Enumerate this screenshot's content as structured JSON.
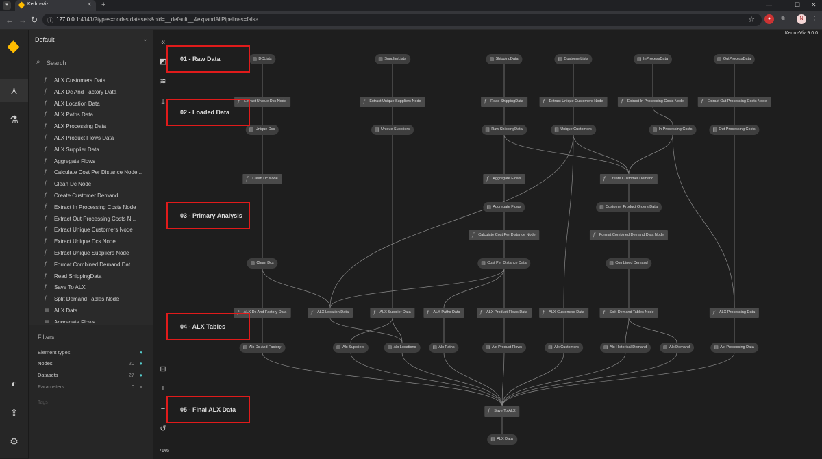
{
  "browser": {
    "tab_title": "Kedro-Viz",
    "url": "127.0.0.1:4141/?types=nodes,datasets&pid=__default__&expandAllPipelines=false",
    "url_host": "127.0.0.1",
    "url_rest": ":4141/?types=nodes,datasets&pid=__default__&expandAllPipelines=false",
    "profile_initial": "N"
  },
  "app": {
    "brand": "Kedro-Viz 9.0.0",
    "pipeline": "Default",
    "search_placeholder": "Search",
    "zoom": "71%"
  },
  "sidebar_items": [
    {
      "label": "ALX Customers Data",
      "icon": "function-icon"
    },
    {
      "label": "ALX Dc And Factory Data",
      "icon": "function-icon"
    },
    {
      "label": "ALX Location Data",
      "icon": "function-icon"
    },
    {
      "label": "ALX Paths Data",
      "icon": "function-icon"
    },
    {
      "label": "ALX Processing Data",
      "icon": "function-icon"
    },
    {
      "label": "ALX Product Flows Data",
      "icon": "function-icon"
    },
    {
      "label": "ALX Supplier Data",
      "icon": "function-icon"
    },
    {
      "label": "Aggregate Flows",
      "icon": "function-icon"
    },
    {
      "label": "Calculate Cost Per Distance Node...",
      "icon": "function-icon"
    },
    {
      "label": "Clean Dc Node",
      "icon": "function-icon"
    },
    {
      "label": "Create Customer Demand",
      "icon": "function-icon"
    },
    {
      "label": "Extract In Processing Costs Node",
      "icon": "function-icon"
    },
    {
      "label": "Extract Out Processing Costs N...",
      "icon": "function-icon"
    },
    {
      "label": "Extract Unique Customers Node",
      "icon": "function-icon"
    },
    {
      "label": "Extract Unique Dcs Node",
      "icon": "function-icon"
    },
    {
      "label": "Extract Unique Suppliers Node",
      "icon": "function-icon"
    },
    {
      "label": "Format Combined Demand Dat...",
      "icon": "function-icon"
    },
    {
      "label": "Read ShippingData",
      "icon": "function-icon"
    },
    {
      "label": "Save To ALX",
      "icon": "function-icon"
    },
    {
      "label": "Split Demand Tables Node",
      "icon": "function-icon"
    },
    {
      "label": "ALX Data",
      "icon": "dataset-icon"
    },
    {
      "label": "Aggregate Flows",
      "icon": "dataset-icon"
    }
  ],
  "filters": {
    "title": "Filters",
    "element_types": "Element types",
    "nodes_label": "Nodes",
    "nodes_count": "20",
    "datasets_label": "Datasets",
    "datasets_count": "27",
    "parameters_label": "Parameters",
    "parameters_count": "0",
    "tags_label": "Tags"
  },
  "layers": [
    "01 - Raw Data",
    "02 - Loaded Data",
    "03 - Primary Analysis",
    "04 - ALX Tables",
    "05 - Final ALX Data"
  ],
  "graph_nodes": [
    {
      "id": "dc",
      "label": "DCLists",
      "kind": "data"
    },
    {
      "id": "sl",
      "label": "SupplierLists",
      "kind": "data"
    },
    {
      "id": "sd",
      "label": "ShippingData",
      "kind": "data"
    },
    {
      "id": "cl",
      "label": "CustomerLists",
      "kind": "data"
    },
    {
      "id": "ip",
      "label": "InProcessData",
      "kind": "data"
    },
    {
      "id": "op",
      "label": "OutProcessData",
      "kind": "data"
    },
    {
      "id": "eudn",
      "label": "Extract Unique Dcs Node",
      "kind": "task"
    },
    {
      "id": "eusn",
      "label": "Extract Unique Suppliers Node",
      "kind": "task"
    },
    {
      "id": "rsd",
      "label": "Read ShippingData",
      "kind": "task"
    },
    {
      "id": "eucn",
      "label": "Extract Unique Customers Node",
      "kind": "task"
    },
    {
      "id": "eipn",
      "label": "Extract In Processing Costs Node",
      "kind": "task"
    },
    {
      "id": "eopn",
      "label": "Extract Out Processing Costs Node",
      "kind": "task"
    },
    {
      "id": "ud",
      "label": "Unique Dcs",
      "kind": "data"
    },
    {
      "id": "us",
      "label": "Unique Suppliers",
      "kind": "data"
    },
    {
      "id": "rs",
      "label": "Raw ShippingData",
      "kind": "data"
    },
    {
      "id": "uc",
      "label": "Unique Customers",
      "kind": "data"
    },
    {
      "id": "ipc",
      "label": "In Processing Costs",
      "kind": "data"
    },
    {
      "id": "opc",
      "label": "Out Processing Costs",
      "kind": "data"
    },
    {
      "id": "cdn",
      "label": "Clean Dc Node",
      "kind": "task"
    },
    {
      "id": "af",
      "label": "Aggregate Flows",
      "kind": "task"
    },
    {
      "id": "ccd",
      "label": "Create Customer Demand",
      "kind": "task"
    },
    {
      "id": "afd",
      "label": "Aggregate Flows",
      "kind": "data"
    },
    {
      "id": "cpod",
      "label": "Customer Product Orders Data",
      "kind": "data"
    },
    {
      "id": "ccpd",
      "label": "Calculate Cost Per Distance Node",
      "kind": "task"
    },
    {
      "id": "fcd",
      "label": "Format Combined Demand Data Node",
      "kind": "task"
    },
    {
      "id": "cds",
      "label": "Clean Dcs",
      "kind": "data"
    },
    {
      "id": "cpd",
      "label": "Cost Per Distance Data",
      "kind": "data"
    },
    {
      "id": "cbd",
      "label": "Combined Demand",
      "kind": "data"
    },
    {
      "id": "adfd",
      "label": "ALX Dc And Factory Data",
      "kind": "task"
    },
    {
      "id": "ald",
      "label": "ALX Location Data",
      "kind": "task"
    },
    {
      "id": "asd",
      "label": "ALX Supplier Data",
      "kind": "task"
    },
    {
      "id": "apd",
      "label": "ALX Paths Data",
      "kind": "task"
    },
    {
      "id": "apfd",
      "label": "ALX Product Flows Data",
      "kind": "task"
    },
    {
      "id": "acd",
      "label": "ALX Customers Data",
      "kind": "task"
    },
    {
      "id": "sdt",
      "label": "Split Demand Tables Node",
      "kind": "task"
    },
    {
      "id": "aprd",
      "label": "ALX Processing Data",
      "kind": "task"
    },
    {
      "id": "x1",
      "label": "Alx Dc And Factory",
      "kind": "data"
    },
    {
      "id": "x2",
      "label": "Alx Suppliers",
      "kind": "data"
    },
    {
      "id": "x3",
      "label": "Alx Locations",
      "kind": "data"
    },
    {
      "id": "x4",
      "label": "Alx Paths",
      "kind": "data"
    },
    {
      "id": "x5",
      "label": "Alx Product Flows",
      "kind": "data"
    },
    {
      "id": "x6",
      "label": "Alx Customers",
      "kind": "data"
    },
    {
      "id": "x7",
      "label": "Alx Historical Demand",
      "kind": "data"
    },
    {
      "id": "x8",
      "label": "Alx Demand",
      "kind": "data"
    },
    {
      "id": "x9",
      "label": "Alx Processing Data",
      "kind": "data"
    },
    {
      "id": "sta",
      "label": "Save To ALX",
      "kind": "task"
    },
    {
      "id": "alxd",
      "label": "ALX Data",
      "kind": "data"
    }
  ],
  "edges": [
    [
      "dc",
      "eudn"
    ],
    [
      "sl",
      "eusn"
    ],
    [
      "sd",
      "rsd"
    ],
    [
      "cl",
      "eucn"
    ],
    [
      "ip",
      "eipn"
    ],
    [
      "op",
      "eopn"
    ],
    [
      "eudn",
      "ud"
    ],
    [
      "eusn",
      "us"
    ],
    [
      "rsd",
      "rs"
    ],
    [
      "eucn",
      "uc"
    ],
    [
      "eipn",
      "ipc"
    ],
    [
      "eopn",
      "opc"
    ],
    [
      "ud",
      "cdn"
    ],
    [
      "rs",
      "af"
    ],
    [
      "rs",
      "ccd"
    ],
    [
      "uc",
      "ccd"
    ],
    [
      "ipc",
      "ccd"
    ],
    [
      "af",
      "afd"
    ],
    [
      "ccd",
      "cpod"
    ],
    [
      "afd",
      "ccpd"
    ],
    [
      "cpod",
      "fcd"
    ],
    [
      "cdn",
      "cds"
    ],
    [
      "ccpd",
      "cpd"
    ],
    [
      "fcd",
      "cbd"
    ],
    [
      "cds",
      "adfd"
    ],
    [
      "cds",
      "ald"
    ],
    [
      "us",
      "asd"
    ],
    [
      "cpd",
      "apd"
    ],
    [
      "cpd",
      "apfd"
    ],
    [
      "uc",
      "acd"
    ],
    [
      "cbd",
      "sdt"
    ],
    [
      "ipc",
      "aprd"
    ],
    [
      "opc",
      "aprd"
    ],
    [
      "cpd",
      "ald"
    ],
    [
      "uc",
      "ald"
    ],
    [
      "adfd",
      "x1"
    ],
    [
      "asd",
      "x2"
    ],
    [
      "ald",
      "x3"
    ],
    [
      "asd",
      "x3"
    ],
    [
      "apd",
      "x4"
    ],
    [
      "apfd",
      "x5"
    ],
    [
      "acd",
      "x6"
    ],
    [
      "sdt",
      "x7"
    ],
    [
      "sdt",
      "x8"
    ],
    [
      "aprd",
      "x9"
    ],
    [
      "x1",
      "sta"
    ],
    [
      "x2",
      "sta"
    ],
    [
      "x3",
      "sta"
    ],
    [
      "x4",
      "sta"
    ],
    [
      "x5",
      "sta"
    ],
    [
      "x6",
      "sta"
    ],
    [
      "x7",
      "sta"
    ],
    [
      "x8",
      "sta"
    ],
    [
      "x9",
      "sta"
    ],
    [
      "sta",
      "alxd"
    ]
  ]
}
